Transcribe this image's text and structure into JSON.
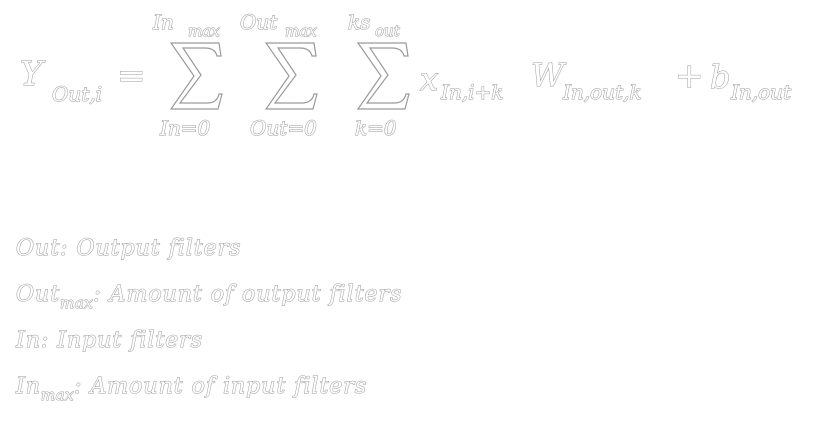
{
  "equation": {
    "lhs": {
      "main": "Y",
      "sub": "Out,i"
    },
    "equals": "=",
    "sums": [
      {
        "top": "In",
        "top_sub": "max",
        "bottom": "In=0"
      },
      {
        "top": "Out",
        "top_sub": "max",
        "bottom": "Out=0"
      },
      {
        "top": "ks",
        "top_sub": "out",
        "bottom": "k=0"
      }
    ],
    "term_x": {
      "main": "x",
      "sub": "In,i+k"
    },
    "term_w": {
      "main": "W",
      "sub": "In,out,k"
    },
    "plus": "+",
    "term_b": {
      "main": "b",
      "sub": "In,out"
    }
  },
  "definitions": [
    {
      "term": "Out",
      "term_sub": "",
      "text": ": Output filters"
    },
    {
      "term": "Out",
      "term_sub": "max",
      "text": ": Amount of output filters"
    },
    {
      "term": "In",
      "term_sub": "",
      "text": ": Input filters"
    },
    {
      "term": "In",
      "term_sub": "max",
      "text": ": Amount of input filters"
    }
  ],
  "colors": {
    "background": "#ffffff",
    "glyph_fill": "#ffffff",
    "glyph_outline": "#9a9a9a"
  }
}
